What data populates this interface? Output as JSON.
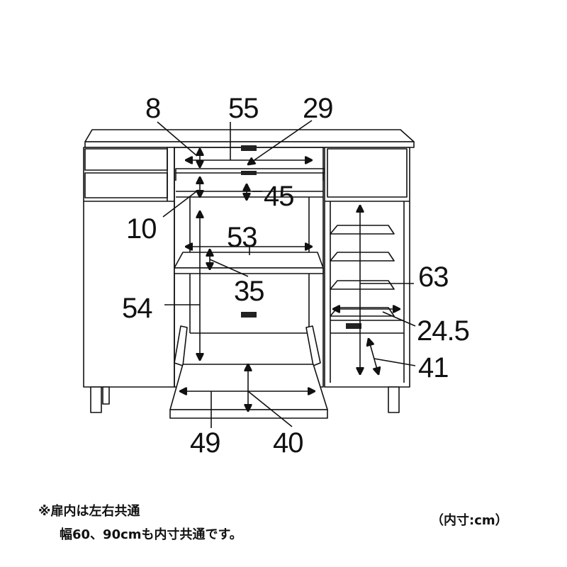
{
  "dimensions": {
    "top_shelf_height": "8",
    "top_width": "55",
    "top_depth": "29",
    "gap_height": "10",
    "upper_height": "45",
    "shelf_width": "53",
    "shelf_depth": "35",
    "open_height": "54",
    "slide_width": "49",
    "slide_depth": "40",
    "side_height": "63",
    "side_width": "24.5",
    "side_depth": "41"
  },
  "notes": {
    "line1": "※扉内は左右共通",
    "line2": "幅60、90cmも内寸共通です。",
    "unit": "（内寸:cm）"
  },
  "colors": {
    "line": "#111111",
    "fill": "#ffffff",
    "handle": "#222222"
  }
}
